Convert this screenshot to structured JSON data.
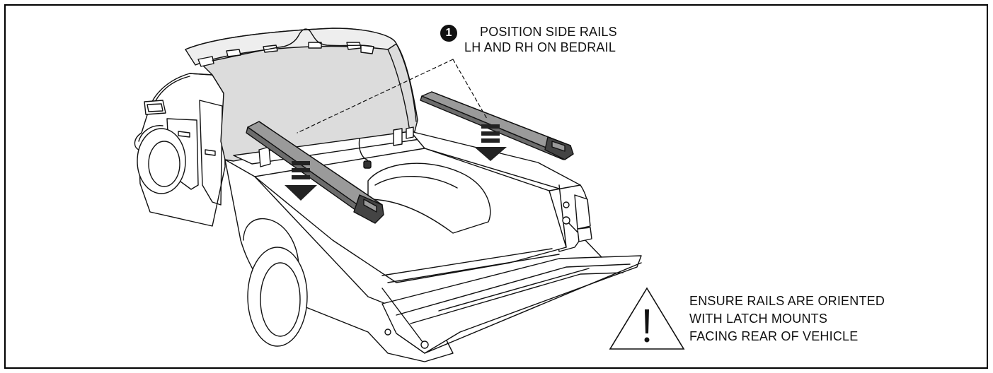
{
  "step": {
    "number": "1",
    "line1": "POSITION SIDE RAILS",
    "line2": "LH AND RH ON BEDRAIL"
  },
  "warning": {
    "icon": "warning-triangle-icon",
    "line1": "ENSURE RAILS ARE ORIENTED",
    "line2": "WITH LATCH MOUNTS",
    "line3": "FACING REAR OF VEHICLE"
  },
  "colors": {
    "line": "#111111",
    "rail": "#9a9a9a",
    "cover": "#d9d9d9",
    "arrow": "#222222"
  }
}
